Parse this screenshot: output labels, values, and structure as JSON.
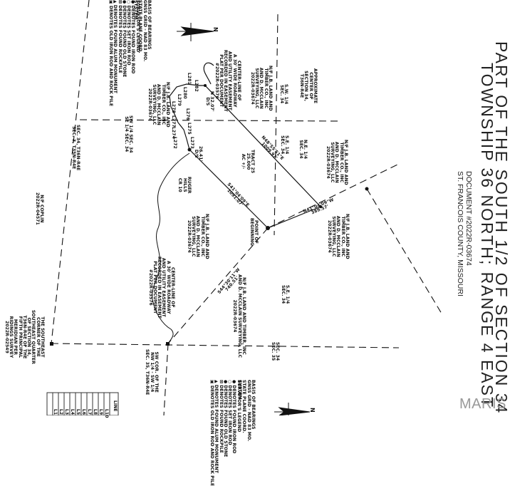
{
  "title": {
    "line1": "PART OF THE SOUTH 1/2 OF SECTION 34",
    "line2": "TOWNSHIP 36 NORTH; RANGE 4 EAST",
    "document": "DOCUMENT #2022R-03674",
    "county": "ST. FRANCOIS COUNTY, MISSOURI"
  },
  "watermark": "MARIS",
  "basis_of_bearings": {
    "lines": [
      "BASIS OF BEARINGS",
      "GNSS GRID - NAD 83 MO.",
      "STATE PLANE COORD.",
      "SYSTEM"
    ]
  },
  "legend": {
    "title": "SURVEYOR'S LEGEND",
    "items": [
      {
        "symbol": "●",
        "label": "DENOTES FOUND IRON ROD"
      },
      {
        "symbol": "○",
        "label": "DENOTES SET IRON ROD"
      },
      {
        "symbol": "●",
        "label": "DENOTES FOUND OLD STONE"
      },
      {
        "symbol": "⊠",
        "label": "DENOTES FOUND ROCKPILE"
      },
      {
        "symbol": "▲",
        "label": "DENOTES FOUND ALUM MONUMENT"
      },
      {
        "symbol": "▣",
        "label": "DENOTES OLD IRON ROD AND ROCK PILE"
      }
    ]
  },
  "north_arrow": {
    "label": "N"
  },
  "labels": {
    "easement_north": "CENTER-LINE OF\nA 30' WIDE ROADWAY\nAND UTILITY EASEMENT\nRECORDED IN EASEMENT\nPLAT PER DOCUMENT\n#2022R-03576",
    "easement_south": "CENTER-LINE OF\nA 30' WIDE ROADWAY\nAND UTILITY EASEMENT\nRECORDED IN EASEMENT\nPLAT PER DOCUMENT\n#2022R-03576",
    "approx_center": "APPROXIMATE\nCENTER OF\nSECTION 34,\nT36N-R4E",
    "sw_quarter": "S.W. 1/4\nSEC. 34",
    "ne_quarter": "N.E. 1/4\nSEC. 34",
    "se_quarter_upper": "S.E. 1/4\nSEC. 34",
    "se_quarter_lower": "S.E. 1/4\nSEC. 34",
    "owner_nw": "N/F J.B. LAND AND\nTIMBER CO., INC\nAND D. MCCLAIN\nSURVEYING, LLC\n2022R-03674",
    "owner_sw": "N/F J.B. LAND AND\nTIMBER CO., INC\nAND D. MCCLAIN\nSURVEYING, LLC\n2022R-03674",
    "owner_center": "N/F J.B. LAND AND\nTIMBER CO., INC\nAND D. MCCLAIN\nSURVEYING, LLC\n2022R-03674",
    "owner_ne": "N/F J.B. LAND AND\nTIMBER CO., INC\nAND D. MCCLAIN\nSURVEYING, LLC\n2022R-03674",
    "owner_east": "N/F J.B. LAND AND\nTIMBER CO., INC\nAND D. MCCLAIN\nSURVEYING, LLC\n2022R-03674",
    "owner_se": "N/F J.B. LAND AND TIMBER, INC\nAND D. MCCLAIN SURVEYING, LLC\n2022R-03674",
    "owner_copelin": "N/F COPLIN\n2022R-04571",
    "tract": "TRACT 25\n25.000\nAC +/-",
    "point_of_beginning": "POINT OF\nBEGINNING",
    "sw_se_line": "SW 1/4 SEC. 34\nSE 1/4 SEC. 34",
    "sec34_t36n": "SEC. 34, T36N-R4E\nSEC. 3, T35N-R4E",
    "sec_line_right": "SEC. 34\nSEC. 35",
    "se_corner": "THE SOUTHEAST\nCORNER OF THE\nSOUTHEAST QUARTER\nOF SECTION 34,\nT36N-R4E OF THE\nFIFTH PRINCIPAL\nMERIDIAN PER\nRIDINGS SURVEY\n2022R-02549",
    "sw_cor_label": "SW COR. OF THE\nNW 1/4 - SW 1/4\nSEC. 35, T36N-R4E",
    "ruger": "RUGER\nHILLS\nCR 10",
    "bearing_1": "N48°55'51\"E\n1009.97'",
    "bearing_2": "S41°04'09\"E\n1091.07'",
    "bearing_3": "N41°04'09\"W\n389.57'",
    "bearing_4": "S44°30'11\"W\n740.51'",
    "calls": [
      "L282",
      "L281",
      "L280",
      "L279",
      "L278",
      "L277",
      "L276",
      "L275",
      "L274",
      "L273",
      "L272"
    ],
    "tie1": "N 32.07'\nD/S",
    "tie2": "26.41'\nD/S"
  },
  "line_table": {
    "header": "LINE",
    "rows": [
      "L1",
      "L2",
      "L3",
      "L4",
      "L5",
      "L6",
      "L7",
      "L8",
      "L9",
      "L10",
      "L11"
    ]
  }
}
